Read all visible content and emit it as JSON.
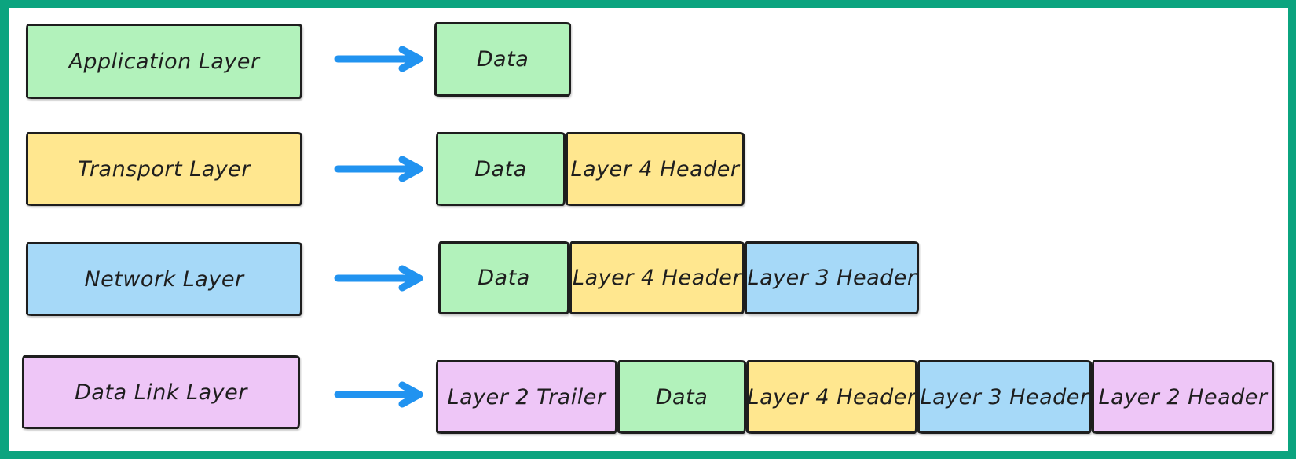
{
  "colors": {
    "frame": "#0ba47f",
    "canvas_bg": "#ffffff",
    "stroke": "#1e1e1e",
    "arrow": "#2193f0",
    "green": "#b2f2bb",
    "yellow": "#ffe78f",
    "blue": "#a6d9f8",
    "violet": "#eec6f7"
  },
  "rows": [
    {
      "layer_label": "Application Layer",
      "layer_color": "green",
      "segments": [
        {
          "label": "Data",
          "color": "green"
        }
      ]
    },
    {
      "layer_label": "Transport Layer",
      "layer_color": "yellow",
      "segments": [
        {
          "label": "Data",
          "color": "green"
        },
        {
          "label": "Layer 4 Header",
          "color": "yellow"
        }
      ]
    },
    {
      "layer_label": "Network Layer",
      "layer_color": "blue",
      "segments": [
        {
          "label": "Data",
          "color": "green"
        },
        {
          "label": "Layer 4 Header",
          "color": "yellow"
        },
        {
          "label": "Layer 3 Header",
          "color": "blue"
        }
      ]
    },
    {
      "layer_label": "Data Link Layer",
      "layer_color": "violet",
      "segments": [
        {
          "label": "Layer 2 Trailer",
          "color": "violet"
        },
        {
          "label": "Data",
          "color": "green"
        },
        {
          "label": "Layer 4 Header",
          "color": "yellow"
        },
        {
          "label": "Layer 3 Header",
          "color": "blue"
        },
        {
          "label": "Layer 2 Header",
          "color": "violet"
        }
      ]
    }
  ]
}
